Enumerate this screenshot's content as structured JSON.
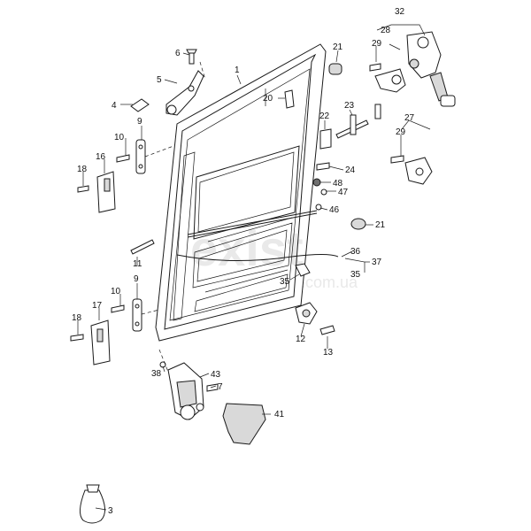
{
  "watermark": {
    "brand": "exist",
    "domain": ".com.ua"
  },
  "labels": {
    "p1": "1",
    "p3": "3",
    "p4": "4",
    "p5": "5",
    "p6": "6",
    "p7": "7",
    "p9a": "9",
    "p9b": "9",
    "p10a": "10",
    "p10b": "10",
    "p11": "11",
    "p12": "12",
    "p13": "13",
    "p16": "16",
    "p17": "17",
    "p18a": "18",
    "p18b": "18",
    "p20": "20",
    "p21a": "21",
    "p21b": "21",
    "p22": "22",
    "p23": "23",
    "p24": "24",
    "p27": "27",
    "p28": "28",
    "p29a": "29",
    "p29b": "29",
    "p32": "32",
    "p35a": "35",
    "p35b": "35",
    "p36": "36",
    "p37": "37",
    "p38": "38",
    "p41": "41",
    "p43": "43",
    "p46": "46",
    "p47": "47",
    "p48": "48"
  },
  "colors": {
    "line": "#1a1a1a",
    "fill_light": "#d9d9d9",
    "fill_dark": "#6f6f6f",
    "watermark": "#e9e9e9"
  }
}
